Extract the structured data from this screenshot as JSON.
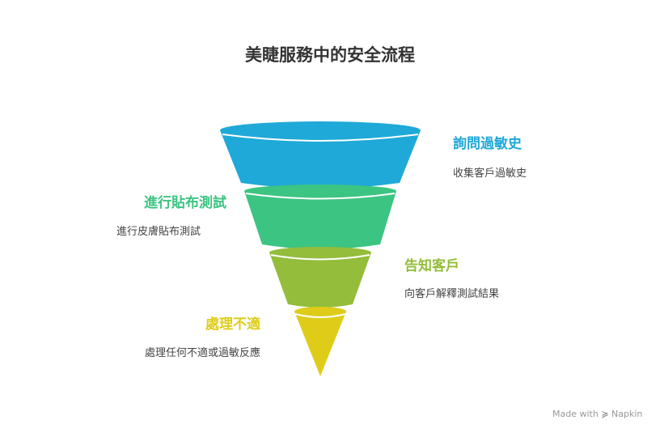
{
  "title": "美睫服務中的安全流程",
  "stages": [
    {
      "label": "詢問過敏史",
      "description": "收集客戶過敏史",
      "color": "#1FA9D8"
    },
    {
      "label": "進行貼布測試",
      "description": "進行皮膚貼布測試",
      "color": "#3CC482"
    },
    {
      "label": "告知客戶",
      "description": "向客戶解釋測試結果",
      "color": "#93BD3A"
    },
    {
      "label": "處理不適",
      "description": "處理任何不適或過敏反應",
      "color": "#DFCC19"
    }
  ],
  "branding": {
    "made_with": "Made with",
    "name": "Napkin"
  }
}
